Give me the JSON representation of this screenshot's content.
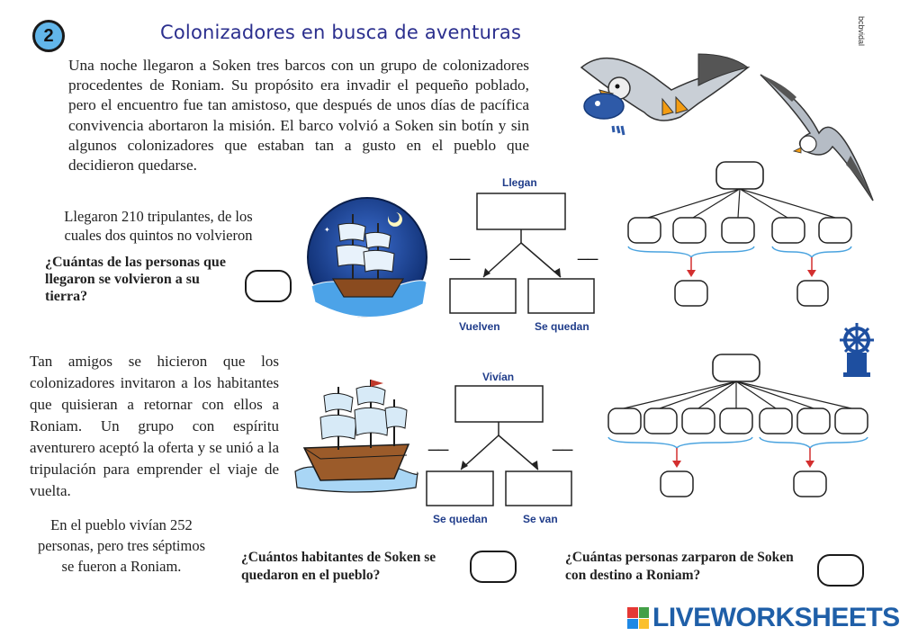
{
  "header": {
    "number": "2",
    "title": "Colonizadores en busca de aventuras",
    "credit": "bcbvidal"
  },
  "intro_text": "Una noche llegaron a Soken tres barcos con un grupo de colonizadores procedentes de Roniam. Su propósito era invadir el pequeño poblado, pero el encuentro fue tan amistoso, que después de unos días de pacífica convivencia abortaron la misión. El barco volvió a Soken sin botín y sin algunos colonizadores que estaban tan a gusto en el pueblo que decidieron quedarse.",
  "problem1": {
    "statement": "Llegaron 210 tripulantes, de los cuales dos quintos no volvieron",
    "question": "¿Cuántas de las personas que llegaron se volvieron a su tierra?",
    "diagram_top_label": "Llegan",
    "diagram_left_label": "Vuelven",
    "diagram_right_label": "Se quedan",
    "dash": "__"
  },
  "problem2": {
    "statement": "Tan amigos se hicieron que los colonizadores invitaron a los habitantes que quisieran a retornar con ellos a Roniam. Un grupo con espíritu aventurero aceptó la oferta y se unió a la tripulación para emprender el viaje de vuelta.",
    "data": "En el pueblo vivían 252 personas, pero tres séptimos se fueron a Roniam.",
    "question_a": "¿Cuántos habitantes de Soken se quedaron en el pueblo?",
    "question_b": "¿Cuántas personas zarparon de Soken con destino a Roniam?",
    "diagram_top_label": "Vivían",
    "diagram_left_label": "Se quedan",
    "diagram_right_label": "Se van",
    "dash": "__"
  },
  "footer": {
    "logo_text": "LIVEWORKSHEETS",
    "logo_colors": [
      "#e53935",
      "#43a047",
      "#1e88e5",
      "#fbc02d"
    ]
  },
  "colors": {
    "title_blue": "#2b2f8e",
    "label_blue": "#1f3c8a",
    "brace_blue": "#4aa3df",
    "arrow_red": "#d32f2f"
  }
}
